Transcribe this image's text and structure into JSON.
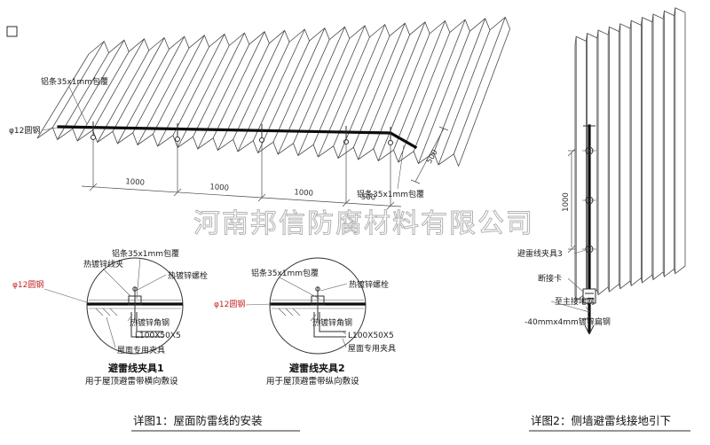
{
  "watermark": {
    "text": "河南邦信防腐材料有限公司"
  },
  "figure1": {
    "caption": "详图1：屋面防雷线的安装",
    "labels": {
      "al_strip_top": "铝条35x1mm包覆",
      "round_steel": "φ12圆钢",
      "al_strip_right": "铝条35x1mm包覆"
    },
    "dimensions": {
      "d1": "1000",
      "d2": "1000",
      "d3": "1000",
      "d4": "500",
      "side": "500"
    }
  },
  "detail1": {
    "title": "避雷线夹具1",
    "subtitle": "用于屋顶避雷带横向敷设",
    "labels": {
      "wire_clamp": "热镀锌线夹",
      "al_strip": "铝条35x1mm包覆",
      "bolt": "热镀锌螺栓",
      "round_steel": "φ12圆钢",
      "angle_steel": "热镀锌角钢",
      "angle_spec": "L100X50X5",
      "roof_fixture": "屋面专用夹具"
    }
  },
  "detail2": {
    "title": "避雷线夹具2",
    "subtitle": "用于屋顶避雷带纵向敷设",
    "labels": {
      "al_strip": "铝条35x1mm包覆",
      "bolt": "热镀锌螺栓",
      "round_steel": "φ12圆钢",
      "angle_steel": "热镀锌角钢",
      "angle_spec": "L100X50X5",
      "roof_fixture": "屋面专用夹具"
    }
  },
  "figure2": {
    "caption": "详图2：侧墙避雷线接地引下",
    "dimension": "1000",
    "labels": {
      "clamp3": "避雷线夹具3",
      "disconnect": "断接卡",
      "to_ground": "至主接地网",
      "flat_steel": "-40mmx4mm镀锌扁钢"
    }
  }
}
